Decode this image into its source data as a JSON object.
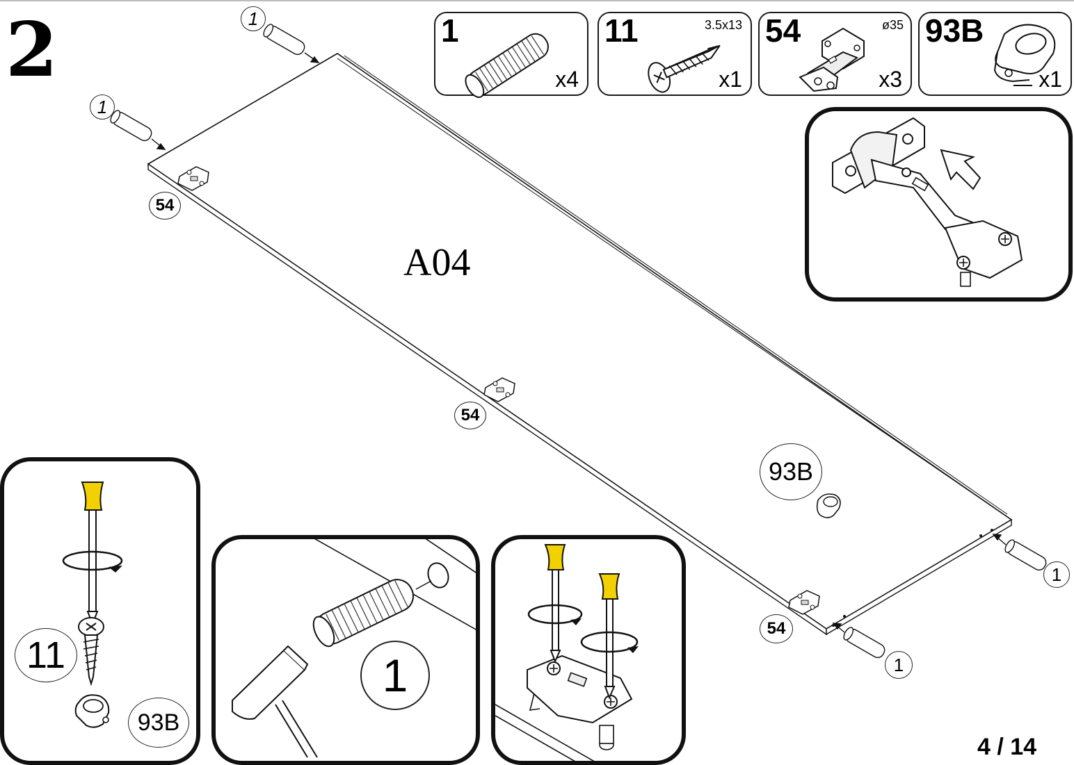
{
  "step": "2",
  "page": "4 / 14",
  "panel_label": "A04",
  "parts": [
    {
      "number": "1",
      "spec": "",
      "quantity": "x4",
      "icon": "dowel-icon"
    },
    {
      "number": "11",
      "spec": "3.5x13",
      "quantity": "x1",
      "icon": "screw-icon"
    },
    {
      "number": "54",
      "spec": "ø35",
      "quantity": "x3",
      "icon": "hinge-icon"
    },
    {
      "number": "93B",
      "spec": "",
      "quantity": "x1",
      "icon": "clip-icon"
    }
  ],
  "callouts": {
    "dowel": "1",
    "hinge": "54",
    "clip": "93B",
    "screw": "11"
  }
}
